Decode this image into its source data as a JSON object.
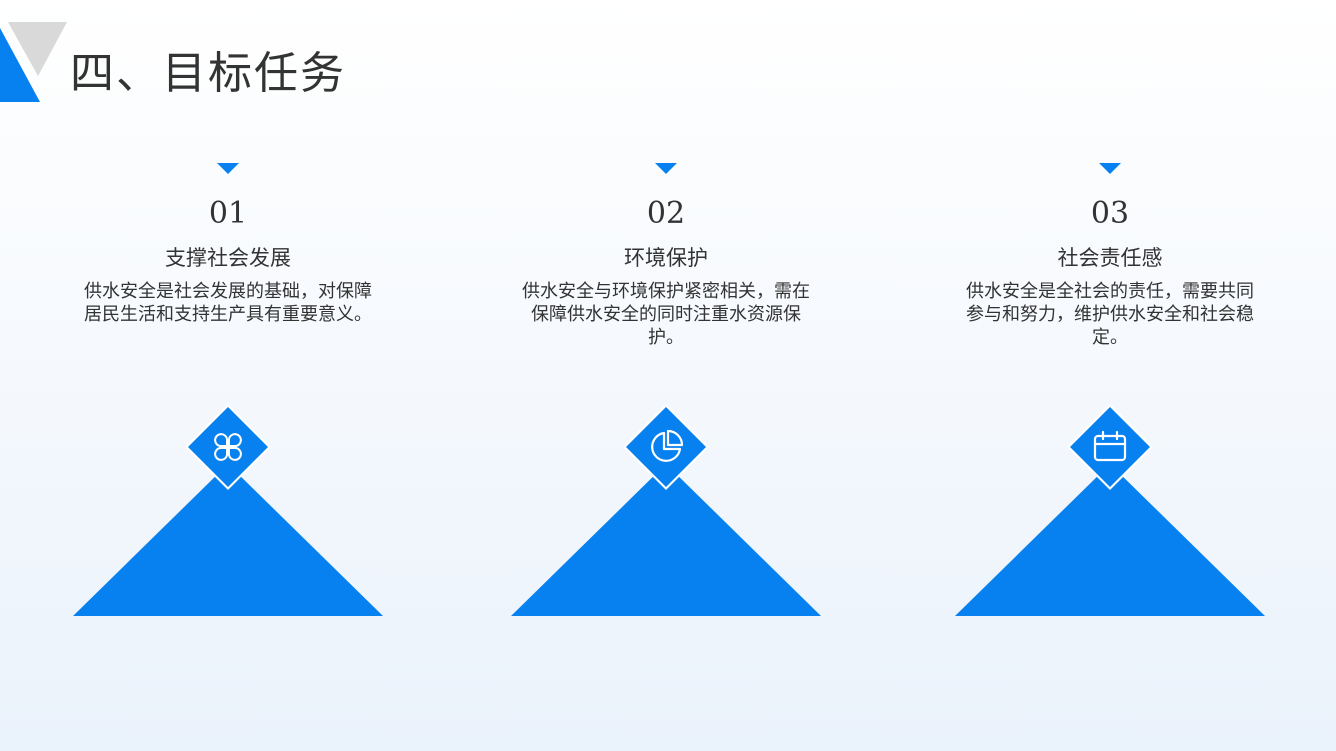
{
  "page": {
    "title": "四、目标任务"
  },
  "colors": {
    "accent": "#0781f0",
    "corner_gray": "#d9d9d9",
    "text": "#333333"
  },
  "columns": [
    {
      "number": "01",
      "heading": "支撑社会发展",
      "description": "供水安全是社会发展的基础，对保障居民生活和支持生产具有重要意义。",
      "icon": "clover-grid-icon"
    },
    {
      "number": "02",
      "heading": "环境保护",
      "description": "供水安全与环境保护紧密相关，需在保障供水安全的同时注重水资源保护。",
      "icon": "pie-chart-icon"
    },
    {
      "number": "03",
      "heading": "社会责任感",
      "description": "供水安全是全社会的责任，需要共同参与和努力，维护供水安全和社会稳定。",
      "icon": "calendar-icon"
    }
  ]
}
